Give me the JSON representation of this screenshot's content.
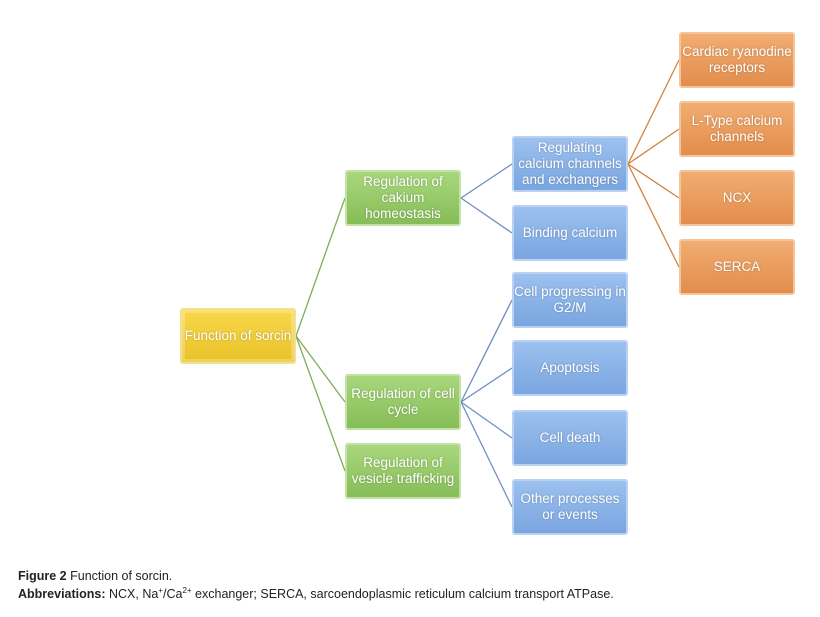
{
  "diagram": {
    "root": "Function of sorcin",
    "level1": [
      "Regulation of cakium homeostasis",
      "Regulation of cell cycle",
      "Regulation of vesicle trafficking"
    ],
    "level2": [
      "Regulating calcium channels and exchangers",
      "Binding calcium",
      "Cell progressing in G2/M",
      "Apoptosis",
      "Cell death",
      "Other processes or events"
    ],
    "level3": [
      "Cardiac ryanodine receptors",
      "L-Type calcium channels",
      "NCX",
      "SERCA"
    ],
    "colors": {
      "root": "#f0cc36",
      "level1": "#96c968",
      "level2": "#8ab2e8",
      "level3": "#ea9b5e",
      "link_green": "#7fae55",
      "link_blue": "#6f8fc0",
      "link_orange": "#d1843f"
    }
  },
  "caption": {
    "figure_label": "Figure 2",
    "figure_title": "Function of sorcin.",
    "abbrev_label": "Abbreviations:",
    "abbrev_text_1": "NCX, Na",
    "abbrev_sup_1": "+",
    "abbrev_text_2": "/Ca",
    "abbrev_sup_2": "2+",
    "abbrev_text_3": " exchanger; SERCA, sarcoendoplasmic reticulum calcium transport ATPase."
  }
}
